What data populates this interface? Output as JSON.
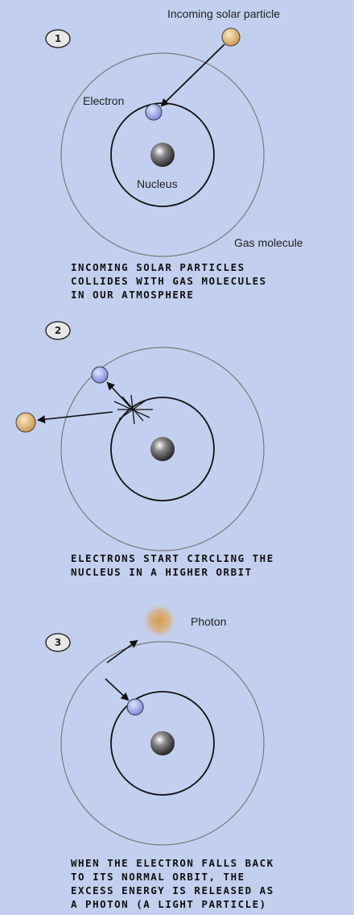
{
  "panels": [
    {
      "step": "1",
      "labels": {
        "incoming": "Incoming solar particle",
        "electron": "Electron",
        "nucleus": "Nucleus",
        "molecule": "Gas molecule"
      },
      "caption": "INCOMING SOLAR PARTICLES\nCOLLIDES WITH GAS MOLECULES\nIN OUR ATMOSPHERE"
    },
    {
      "step": "2",
      "caption": "ELECTRONS START CIRCLING THE\nNUCLEUS IN A HIGHER ORBIT"
    },
    {
      "step": "3",
      "labels": {
        "photon": "Photon"
      },
      "caption": "WHEN THE ELECTRON FALLS BACK\nTO ITS NORMAL ORBIT, THE\nEXCESS ENERGY IS RELEASED AS\nA PHOTON (A LIGHT PARTICLE)"
    }
  ],
  "colors": {
    "background": "#c3cfee",
    "electron": "#8e9ce6",
    "solar_particle": "#e0b872",
    "photon": "#d8a658",
    "nucleus": "#3a3a3a",
    "orbit": "#111111",
    "outer_ring": "#777777"
  }
}
